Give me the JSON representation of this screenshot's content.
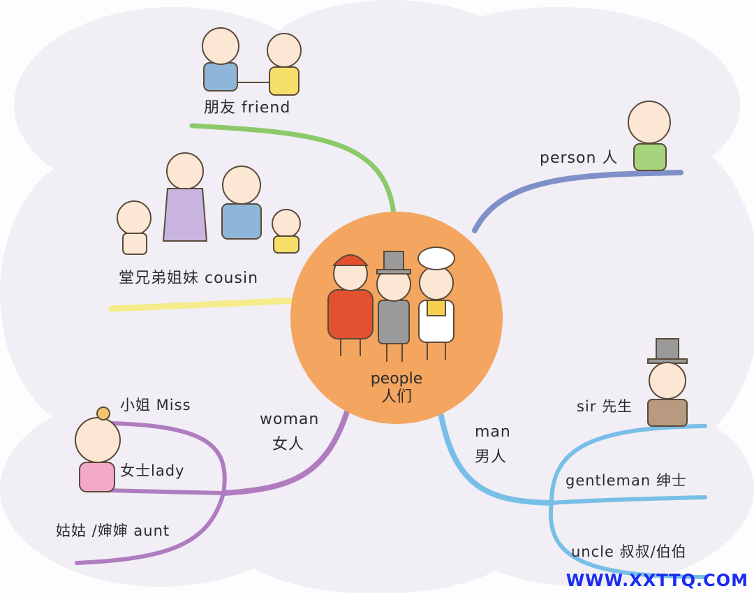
{
  "center": {
    "en": "people",
    "zh": "人们"
  },
  "branches": {
    "friend": {
      "label": "朋友 friend",
      "color": "#8cc96a"
    },
    "cousin": {
      "label": "堂兄弟姐妹 cousin",
      "color": "#f4ec8a"
    },
    "person": {
      "label": "person 人",
      "color": "#7f90c9"
    },
    "woman": {
      "label_en": "woman",
      "label_zh": "女人",
      "color": "#b07cc0",
      "children": [
        "小姐 Miss",
        "女士lady",
        "姑姑 /婶婶 aunt"
      ]
    },
    "man": {
      "label_en": "man",
      "label_zh": "男人",
      "color": "#78bfe8",
      "children": [
        "sir 先生",
        "gentleman 绅士",
        "uncle 叔叔/伯伯"
      ]
    }
  },
  "colors": {
    "cloud": "#f1eef5",
    "center_circle": "#f4a55f"
  },
  "watermark": "WWW.XXTTQ.COM"
}
